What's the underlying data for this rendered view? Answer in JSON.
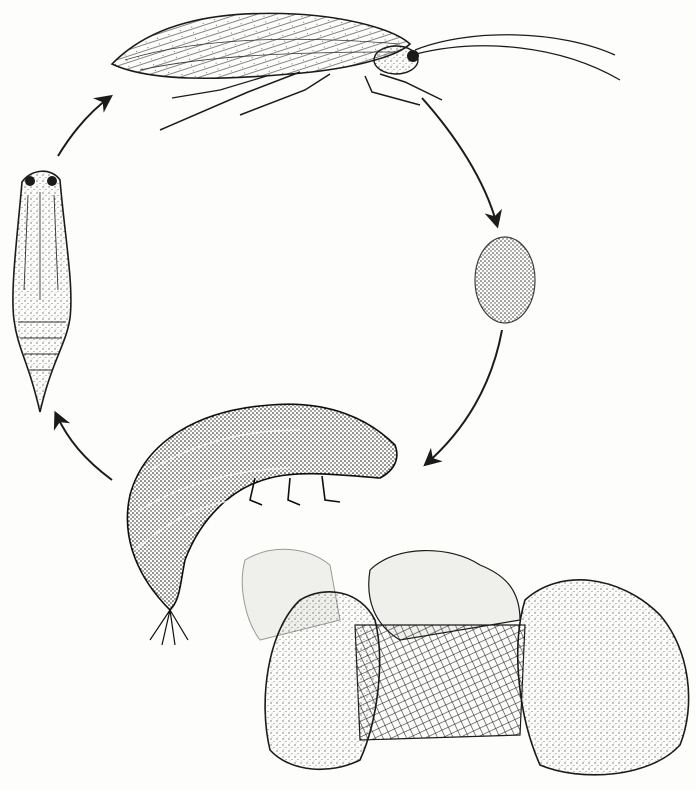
{
  "diagram": {
    "stages": [
      {
        "id": "adult",
        "icon": "adult-caddisfly-icon"
      },
      {
        "id": "egg",
        "icon": "egg-mass-icon"
      },
      {
        "id": "larva",
        "icon": "larva-icon"
      },
      {
        "id": "pupa",
        "icon": "pupa-icon"
      },
      {
        "id": "retreat",
        "icon": "larval-net-retreat-icon"
      }
    ],
    "colors": {
      "ink": "#1b1b1b",
      "paper": "#fdfdfb",
      "stone": "#efefec",
      "dark_ink": "#0f0f0f"
    }
  }
}
